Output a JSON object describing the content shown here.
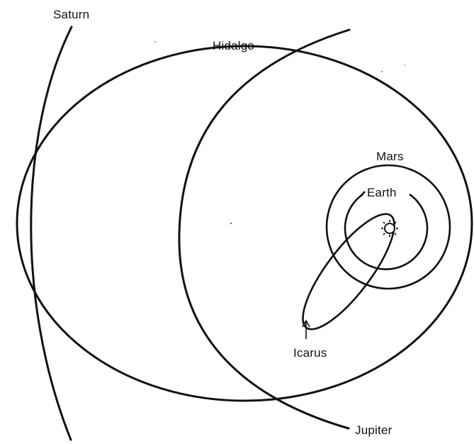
{
  "diagram": {
    "labels": {
      "saturn": "Saturn",
      "hidalgo": "Hidalgo",
      "mars": "Mars",
      "earth": "Earth",
      "icarus": "Icarus",
      "jupiter": "Jupiter"
    },
    "colors": {
      "line": "#111111",
      "background": "#ffffff"
    }
  }
}
